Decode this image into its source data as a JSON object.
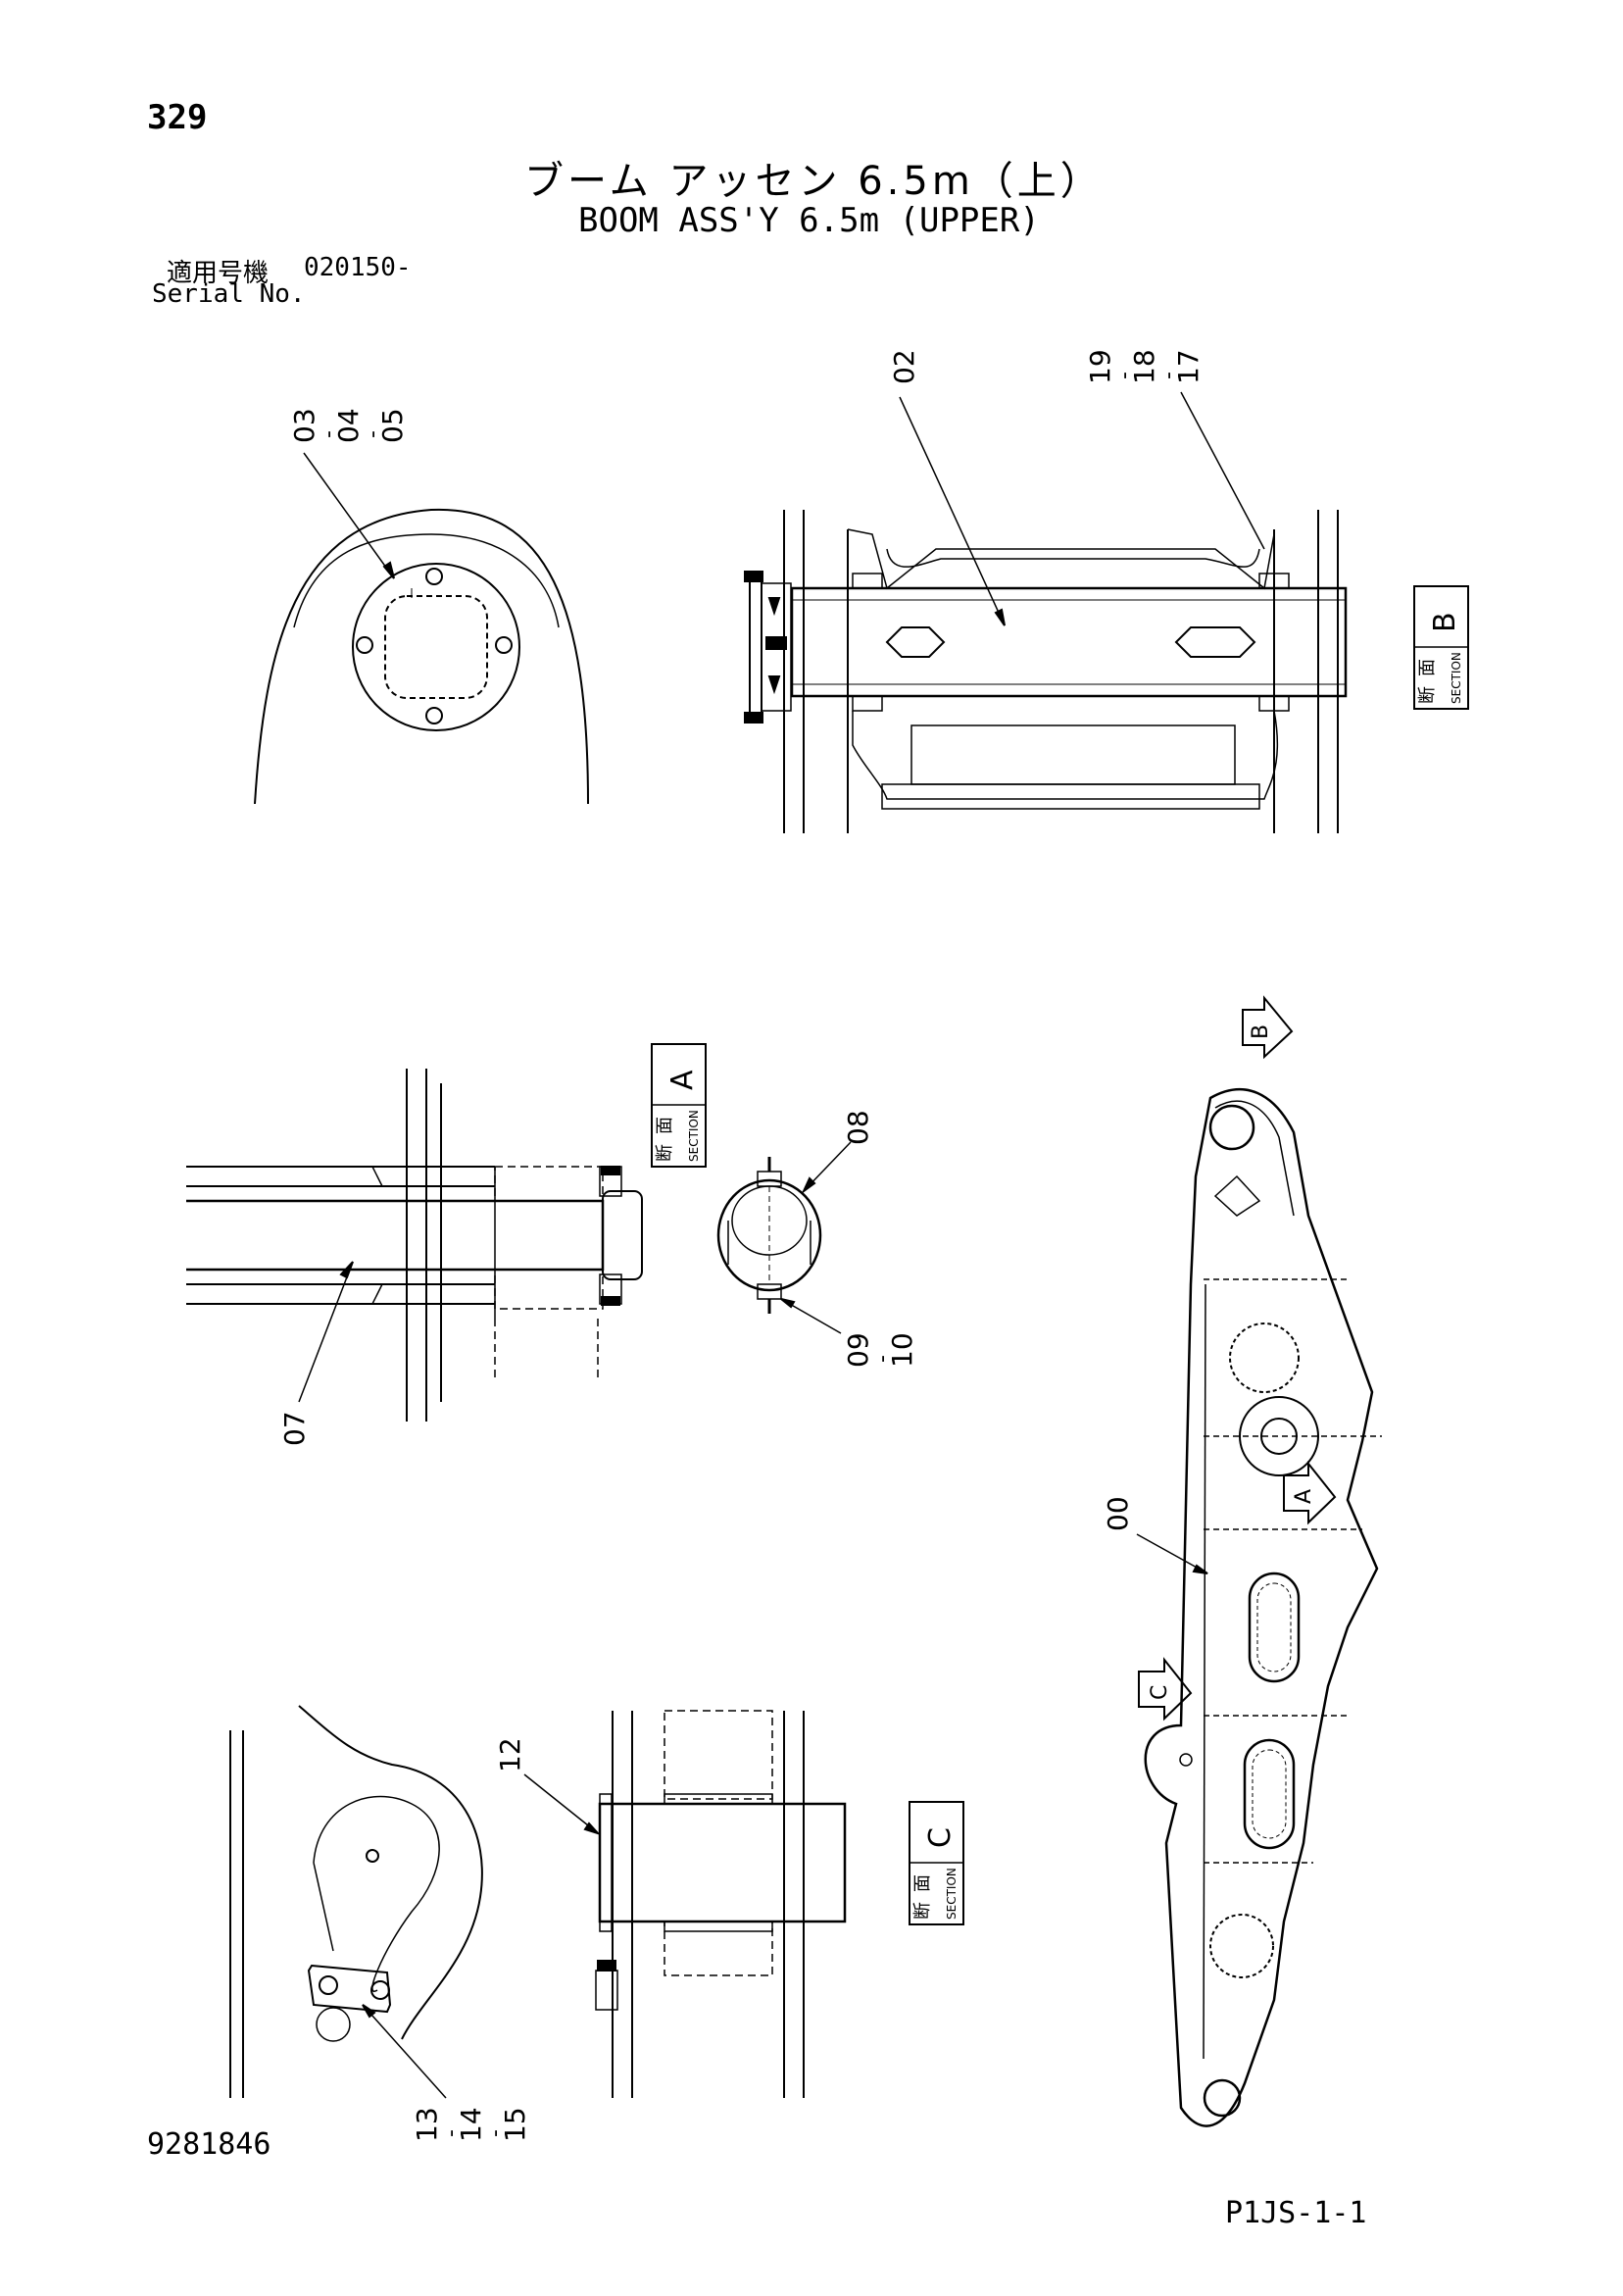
{
  "page": {
    "page_number": "329",
    "title_ja": "ブーム アッセン 6.5m（上）",
    "title_en": "BOOM ASS'Y 6.5m (UPPER)",
    "serial_label_ja": "適用号機",
    "serial_value": "020150-",
    "serial_label_en": "Serial No.",
    "document_number": "9281846",
    "sheet_code": "P1JS-1-1"
  },
  "callouts": {
    "c00": "00",
    "c02": "02",
    "c03": "03",
    "c04": "04",
    "c05": "05",
    "c07": "07",
    "c08": "08",
    "c09": "09",
    "c10": "10",
    "c12": "12",
    "c13": "13",
    "c14": "14",
    "c15": "15",
    "c17": "17",
    "c18": "18",
    "c19": "19"
  },
  "section_tags": {
    "a": {
      "kanji_1": "断",
      "kanji_2": "面",
      "word": "SECTION",
      "letter": "A"
    },
    "b": {
      "kanji_1": "断",
      "kanji_2": "面",
      "word": "SECTION",
      "letter": "B"
    },
    "c": {
      "kanji_1": "断",
      "kanji_2": "面",
      "word": "SECTION",
      "letter": "C"
    }
  },
  "view_markers": {
    "a": "A",
    "b": "B",
    "c": "C"
  }
}
